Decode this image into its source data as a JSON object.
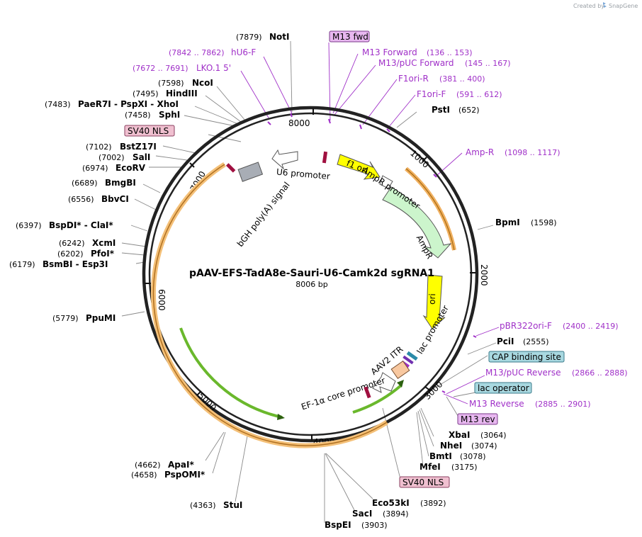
{
  "credit": {
    "created_by": "Created by",
    "brand": "SnapGene"
  },
  "plasmid": {
    "name": "pAAV-EFS-TadA8e-Sauri-U6-Camk2d sgRNA1",
    "length_label": "8006 bp",
    "length": 8006
  },
  "colors": {
    "primer": "#a030c8",
    "orange_feature": "#f0b060",
    "green_feature": "#5aa02c",
    "amp_feature": "#ccf5cc",
    "ori_feature": "#ffff00",
    "promoter": "#ffffff",
    "sv40_nls_box": "#f0c0d0",
    "cap_box": "#a8d8e0",
    "m13_box": "#e8b8f0"
  },
  "ticks": [
    {
      "bp": 1000,
      "label": "1000"
    },
    {
      "bp": 2000,
      "label": "2000"
    },
    {
      "bp": 3000,
      "label": "3000"
    },
    {
      "bp": 4000,
      "label": "4000"
    },
    {
      "bp": 5000,
      "label": "5000"
    },
    {
      "bp": 6000,
      "label": "6000"
    },
    {
      "bp": 7000,
      "label": "7000"
    },
    {
      "bp": 8000,
      "label": "8000"
    }
  ],
  "enzymes": [
    {
      "pos": "(7879)",
      "name": "NotI"
    },
    {
      "pos": "(7598)",
      "name": "NcoI"
    },
    {
      "pos": "(7495)",
      "name": "HindIII"
    },
    {
      "pos": "(7483)",
      "name": "PaeR7I - PspXI - XhoI"
    },
    {
      "pos": "(7458)",
      "name": "SphI"
    },
    {
      "pos": "(7102)",
      "name": "BstZ17I"
    },
    {
      "pos": "(7002)",
      "name": "SalI"
    },
    {
      "pos": "(6974)",
      "name": "EcoRV"
    },
    {
      "pos": "(6689)",
      "name": "BmgBI"
    },
    {
      "pos": "(6556)",
      "name": "BbvCI"
    },
    {
      "pos": "(6397)",
      "name": "BspDI* - ClaI*"
    },
    {
      "pos": "(6242)",
      "name": "XcmI"
    },
    {
      "pos": "(6202)",
      "name": "PfoI*"
    },
    {
      "pos": "(6179)",
      "name": "BsmBI - Esp3I"
    },
    {
      "pos": "(5779)",
      "name": "PpuMI"
    },
    {
      "pos": "(4662)",
      "name": "ApaI*"
    },
    {
      "pos": "(4658)",
      "name": "PspOMI*"
    },
    {
      "pos": "(4363)",
      "name": "StuI"
    },
    {
      "pos": "(652)",
      "name": "PstI"
    },
    {
      "pos": "(1598)",
      "name": "BpmI"
    },
    {
      "pos": "(2555)",
      "name": "PciI"
    },
    {
      "pos": "(3064)",
      "name": "XbaI"
    },
    {
      "pos": "(3074)",
      "name": "NheI"
    },
    {
      "pos": "(3078)",
      "name": "BmtI"
    },
    {
      "pos": "(3175)",
      "name": "MfeI"
    },
    {
      "pos": "(3892)",
      "name": "Eco53kI"
    },
    {
      "pos": "(3894)",
      "name": "SacI"
    },
    {
      "pos": "(3903)",
      "name": "BspEI"
    }
  ],
  "primers": [
    {
      "range": "(7842 .. 7862)",
      "name": "hU6-F"
    },
    {
      "range": "(7672 .. 7691)",
      "name": "LKO.1 5'"
    },
    {
      "range": "(136 .. 153)",
      "name": "M13 Forward"
    },
    {
      "range": "(145 .. 167)",
      "name": "M13/pUC Forward"
    },
    {
      "range": "(381 .. 400)",
      "name": "F1ori-R"
    },
    {
      "range": "(591 .. 612)",
      "name": "F1ori-F"
    },
    {
      "range": "(1098 .. 1117)",
      "name": "Amp-R"
    },
    {
      "range": "(2400 .. 2419)",
      "name": "pBR322ori-F"
    },
    {
      "range": "(2866 .. 2888)",
      "name": "M13/pUC Reverse"
    },
    {
      "range": "(2885 .. 2901)",
      "name": "M13 Reverse"
    }
  ],
  "boxed_labels": {
    "m13_fwd": "M13 fwd",
    "sv40_nls_top": "SV40 NLS",
    "cap_binding_site": "CAP binding site",
    "lac_operator": "lac operator",
    "m13_rev": "M13 rev",
    "sv40_nls_bottom": "SV40 NLS"
  },
  "features": {
    "f1_ori": "f1 ori",
    "ampr_promoter": "AmpR promoter",
    "ampr": "AmpR",
    "ori": "ori",
    "lac_promoter": "lac promoter",
    "aav2_itr": "AAV2 ITR",
    "ef1a_core_promoter": "EF-1α core promoter",
    "u6_promoter": "U6 promoter",
    "bgh_polya": "bGH poly(A) signal"
  }
}
